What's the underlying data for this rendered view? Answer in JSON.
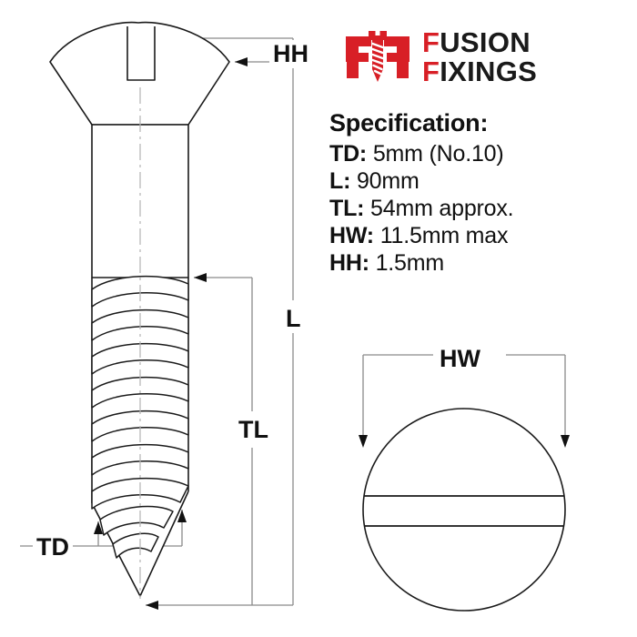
{
  "brand": {
    "logo_icon": "fusion-fixings-screw-logo",
    "line1_cap": "F",
    "line1_rest": "USION",
    "line2_cap": "F",
    "line2_rest": "IXINGS",
    "line1": "FUSION",
    "line2": "FIXINGS",
    "accent_color": "#d81f26"
  },
  "spec": {
    "heading": "Specification:",
    "rows": [
      {
        "key": "TD:",
        "value": "5mm (No.10)"
      },
      {
        "key": "L:",
        "value": "90mm"
      },
      {
        "key": "TL:",
        "value": "54mm approx."
      },
      {
        "key": "HW:",
        "value": "11.5mm max"
      },
      {
        "key": "HH:",
        "value": "1.5mm"
      }
    ]
  },
  "dimensions": {
    "hh": "HH",
    "l": "L",
    "tl": "TL",
    "td": "TD",
    "hw": "HW"
  },
  "drawing": {
    "side_view_name": "wood-screw-side-view",
    "head_view_name": "screw-head-top-view",
    "line_color": "#1a1a1a",
    "dim_line_color": "#808080",
    "background": "#ffffff"
  }
}
